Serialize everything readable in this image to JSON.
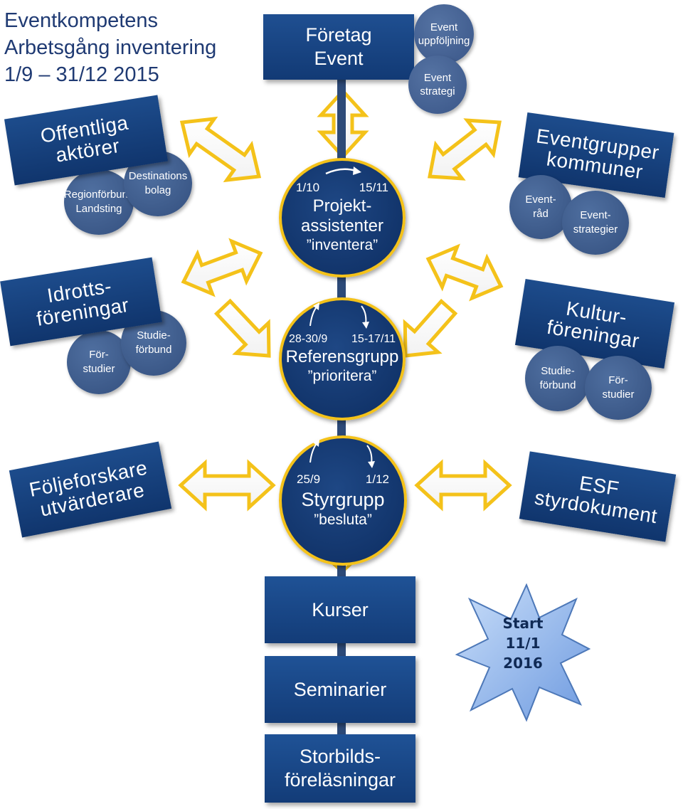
{
  "title": {
    "line1": "Eventkompetens",
    "line2": "Arbetsgång inventering",
    "line3": "1/9 – 31/12 2015"
  },
  "top_box": {
    "line1": "Företag",
    "line2": "Event"
  },
  "top_circles": [
    {
      "line1": "Event",
      "line2": "uppföljning"
    },
    {
      "line1": "Event",
      "line2": "strategi"
    }
  ],
  "left_groups": [
    {
      "title_line1": "Offentliga",
      "title_line2": "aktörer",
      "circles": [
        {
          "line1": "Regionförbund",
          "line2": "Landsting"
        },
        {
          "line1": "Destinations",
          "line2": "bolag"
        }
      ]
    },
    {
      "title_line1": "Idrotts-",
      "title_line2": "föreningar",
      "circles": [
        {
          "line1": "För-",
          "line2": "studier"
        },
        {
          "line1": "Studie-",
          "line2": "förbund"
        }
      ]
    },
    {
      "title_line1": "Följeforskare",
      "title_line2": "utvärderare",
      "circles": []
    }
  ],
  "right_groups": [
    {
      "title_line1": "Eventgrupper",
      "title_line2": "kommuner",
      "circles": [
        {
          "line1": "Event-",
          "line2": "råd"
        },
        {
          "line1": "Event-",
          "line2": "strategier"
        }
      ]
    },
    {
      "title_line1": "Kultur-",
      "title_line2": "föreningar",
      "circles": [
        {
          "line1": "Studie-",
          "line2": "förbund"
        },
        {
          "line1": "För-",
          "line2": "studier"
        }
      ]
    },
    {
      "title_line1": "ESF",
      "title_line2": "styrdokument",
      "circles": []
    }
  ],
  "stages": [
    {
      "date_start": "1/10",
      "date_end": "15/11",
      "name_line1": "Projekt-",
      "name_line2": "assistenter",
      "verb": "”inventera”"
    },
    {
      "date_start": "28-30/9",
      "date_end": "15-17/11",
      "name_line1": "Referensgrupp",
      "name_line2": "",
      "verb": "”prioritera”"
    },
    {
      "date_start": "25/9",
      "date_end": "1/12",
      "name_line1": "Styrgrupp",
      "name_line2": "",
      "verb": "”besluta”"
    }
  ],
  "outputs": [
    {
      "line1": "Kurser",
      "line2": ""
    },
    {
      "line1": "Seminarier",
      "line2": ""
    },
    {
      "line1": "Storbilds-",
      "line2": "föreläsningar"
    }
  ],
  "start_badge": {
    "line1": "Start",
    "line2": "11/1",
    "line3": "2016"
  },
  "colors": {
    "box_blue": "#1a4686",
    "circle_blue": "#3f5c8c",
    "arrow_yellow": "#f4c21a",
    "star_blue": "#8fb8ef"
  }
}
